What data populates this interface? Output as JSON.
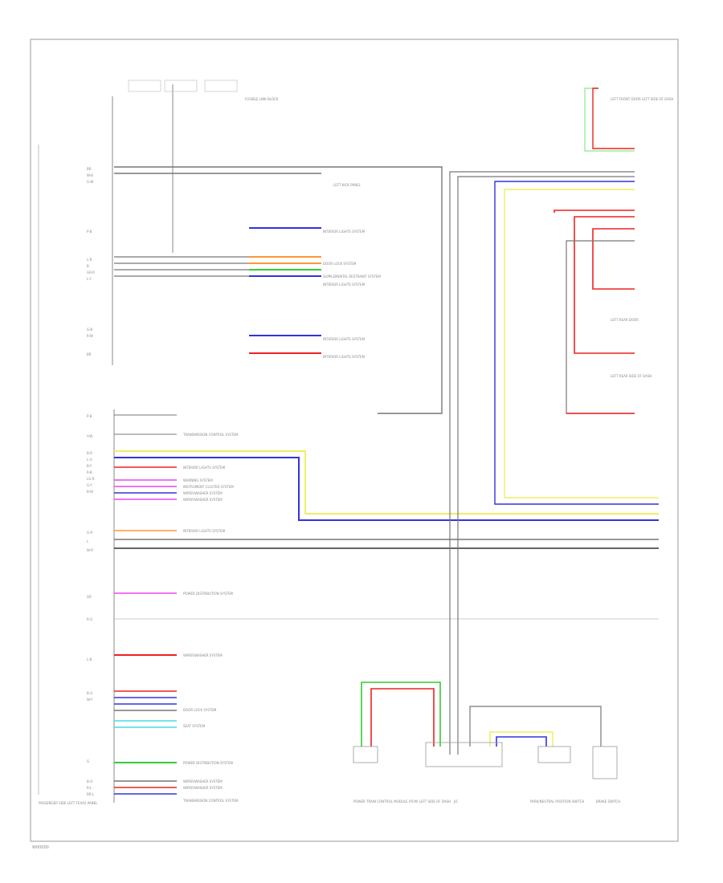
{
  "diagram": {
    "footer_code": "W00000",
    "bottom_left_label": "PASSENGER SIDE LEFT TEXAS PANEL",
    "components": [
      {
        "id": "c1",
        "label": "FUSIBLE LINK BLOCK"
      },
      {
        "id": "c2",
        "label": "LEFT KICK PANEL"
      },
      {
        "id": "c3",
        "label": "POWER TRAIN CONTROL MODULE (PCM) LEFT SIDE OF DASH"
      },
      {
        "id": "c4",
        "label": "J/C"
      },
      {
        "id": "c5",
        "label": "PARK/NEUTRAL POSITION SWITCH"
      },
      {
        "id": "c6",
        "label": "BRAKE SWITCH"
      },
      {
        "id": "c7",
        "label": "LEFT FRONT DOOR LEFT SIDE OF DASH"
      },
      {
        "id": "c8",
        "label": "LEFT REAR DOOR"
      },
      {
        "id": "c9",
        "label": "LEFT REAR SIDE OF DASH"
      }
    ],
    "left_pins": [
      {
        "label": "BR"
      },
      {
        "label": "W-B"
      },
      {
        "label": "G-W"
      },
      {
        "label": "P-B"
      },
      {
        "label": "L-R"
      },
      {
        "label": "B"
      },
      {
        "label": "GR-R"
      },
      {
        "label": "L-Y"
      },
      {
        "label": "G-B"
      },
      {
        "label": "R-W"
      },
      {
        "label": "BR"
      },
      {
        "label": "P-B"
      },
      {
        "label": "Y-W"
      },
      {
        "label": "B-R"
      },
      {
        "label": "L-G"
      },
      {
        "label": "B-Y"
      },
      {
        "label": "R-B"
      },
      {
        "label": "LG-R"
      },
      {
        "label": "G-Y"
      },
      {
        "label": "B-W"
      },
      {
        "label": "G-R"
      },
      {
        "label": "L"
      },
      {
        "label": "W-R"
      },
      {
        "label": "GR"
      },
      {
        "label": "R-G"
      },
      {
        "label": "L-B"
      },
      {
        "label": "B-G"
      },
      {
        "label": "W-Y"
      },
      {
        "label": "G"
      },
      {
        "label": "B-O"
      },
      {
        "label": "R-L"
      },
      {
        "label": "BR-L"
      }
    ],
    "system_labels": [
      {
        "text": "INTERIOR LIGHTS SYSTEM"
      },
      {
        "text": "DOOR LOCK SYSTEM"
      },
      {
        "text": "SUPPLEMENTAL RESTRAINT SYSTEM"
      },
      {
        "text": "INTERIOR LIGHTS SYSTEM"
      },
      {
        "text": "INTERIOR LIGHTS SYSTEM"
      },
      {
        "text": "INTERIOR LIGHTS SYSTEM"
      },
      {
        "text": "TRANSMISSION CONTROL SYSTEM"
      },
      {
        "text": "INTERIOR LIGHTS SYSTEM"
      },
      {
        "text": "WARNING SYSTEM"
      },
      {
        "text": "INSTRUMENT CLUSTER SYSTEM"
      },
      {
        "text": "WIPER/WASHER SYSTEM"
      },
      {
        "text": "WIPER/WASHER SYSTEM"
      },
      {
        "text": "INTERIOR LIGHTS SYSTEM"
      },
      {
        "text": "POWER DISTRIBUTION SYSTEM"
      },
      {
        "text": "WIPER/WASHER SYSTEM"
      },
      {
        "text": "DOOR LOCK SYSTEM"
      },
      {
        "text": "SEAT SYSTEM"
      },
      {
        "text": "POWER DISTRIBUTION SYSTEM"
      },
      {
        "text": "WIPER/WASHER SYSTEM"
      },
      {
        "text": "WIPER/WASHER SYSTEM"
      },
      {
        "text": "TRANSMISSION CONTROL SYSTEM"
      }
    ],
    "wire_colors": {
      "blue": "#3333dd",
      "red": "#ee2222",
      "orange": "#ff9933",
      "green": "#33cc33",
      "yellow": "#eeee66",
      "magenta": "#ee44ee",
      "cyan": "#44dddd",
      "lightgreen": "#99ee99",
      "gray": "#777777",
      "black": "#333333"
    }
  }
}
